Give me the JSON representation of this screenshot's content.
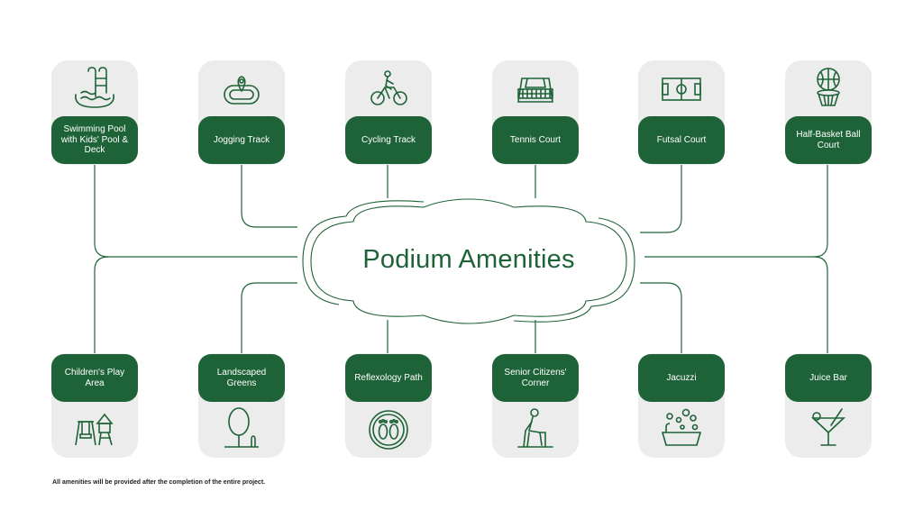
{
  "center_title": "Podium Amenities",
  "footnote": "All amenities will be provided after the completion of the entire project.",
  "amenities_top": [
    {
      "label": "Swimming Pool with Kids' Pool & Deck",
      "icon": "swimming-pool-icon"
    },
    {
      "label": "Jogging Track",
      "icon": "jogging-track-icon"
    },
    {
      "label": "Cycling Track",
      "icon": "cyclist-icon"
    },
    {
      "label": "Tennis Court",
      "icon": "tennis-net-icon"
    },
    {
      "label": "Futsal Court",
      "icon": "futsal-court-icon"
    },
    {
      "label": "Half-Basket Ball Court",
      "icon": "basketball-hoop-icon"
    }
  ],
  "amenities_bottom": [
    {
      "label": "Children's Play Area",
      "icon": "playground-icon"
    },
    {
      "label": "Landscaped Greens",
      "icon": "tree-icon"
    },
    {
      "label": "Reflexology Path",
      "icon": "footprints-icon"
    },
    {
      "label": "Senior Citizens' Corner",
      "icon": "seated-person-icon"
    },
    {
      "label": "Jacuzzi",
      "icon": "jacuzzi-icon"
    },
    {
      "label": "Juice Bar",
      "icon": "cocktail-glass-icon"
    }
  ],
  "colors": {
    "brand_green": "#1e6337",
    "card_grey": "#ececec"
  }
}
